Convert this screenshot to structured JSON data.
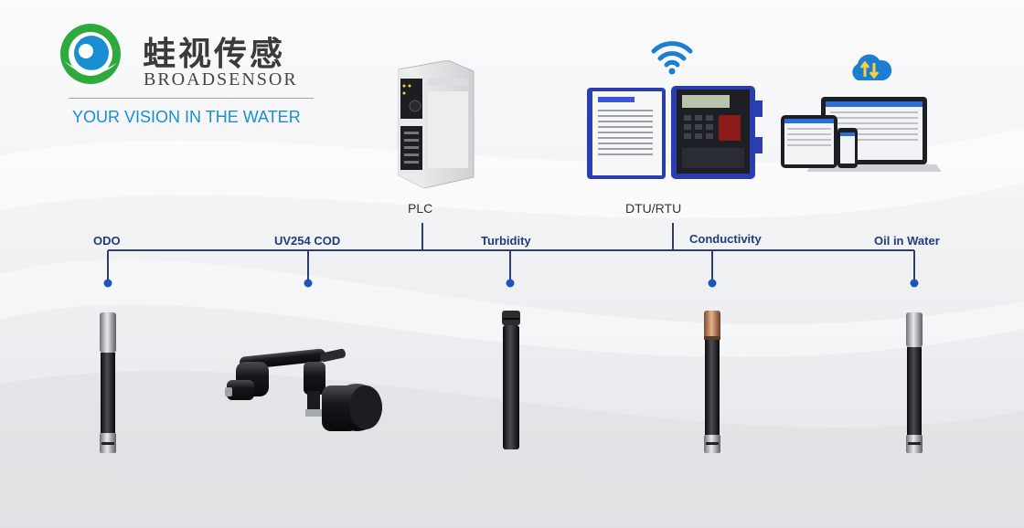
{
  "brand": {
    "name_cn": "蛙视传感",
    "name_en": "BROADSENSOR",
    "slogan": "YOUR VISION IN THE WATER",
    "colors": {
      "green": "#2eaa3c",
      "blue": "#1a8ed3",
      "navy": "#1f3d7a"
    }
  },
  "devices": {
    "plc": {
      "label": "PLC",
      "icon": "plc-controller-icon"
    },
    "dtu": {
      "label": "DTU/RTU",
      "icon": "dtu-rtu-box-icon",
      "signal_icon": "wifi-icon"
    },
    "cloud": {
      "screens_icon": "laptop-tablet-phone-icon",
      "cloud_icon": "cloud-sync-icon"
    }
  },
  "sensors": [
    {
      "label": "ODO",
      "icon": "odo-probe-icon"
    },
    {
      "label": "UV254 COD",
      "icon": "uv254-cod-sensor-icon"
    },
    {
      "label": "Turbidity",
      "icon": "turbidity-probe-icon"
    },
    {
      "label": "Conductivity",
      "icon": "conductivity-probe-icon"
    },
    {
      "label": "Oil in Water",
      "icon": "oil-in-water-probe-icon"
    }
  ]
}
